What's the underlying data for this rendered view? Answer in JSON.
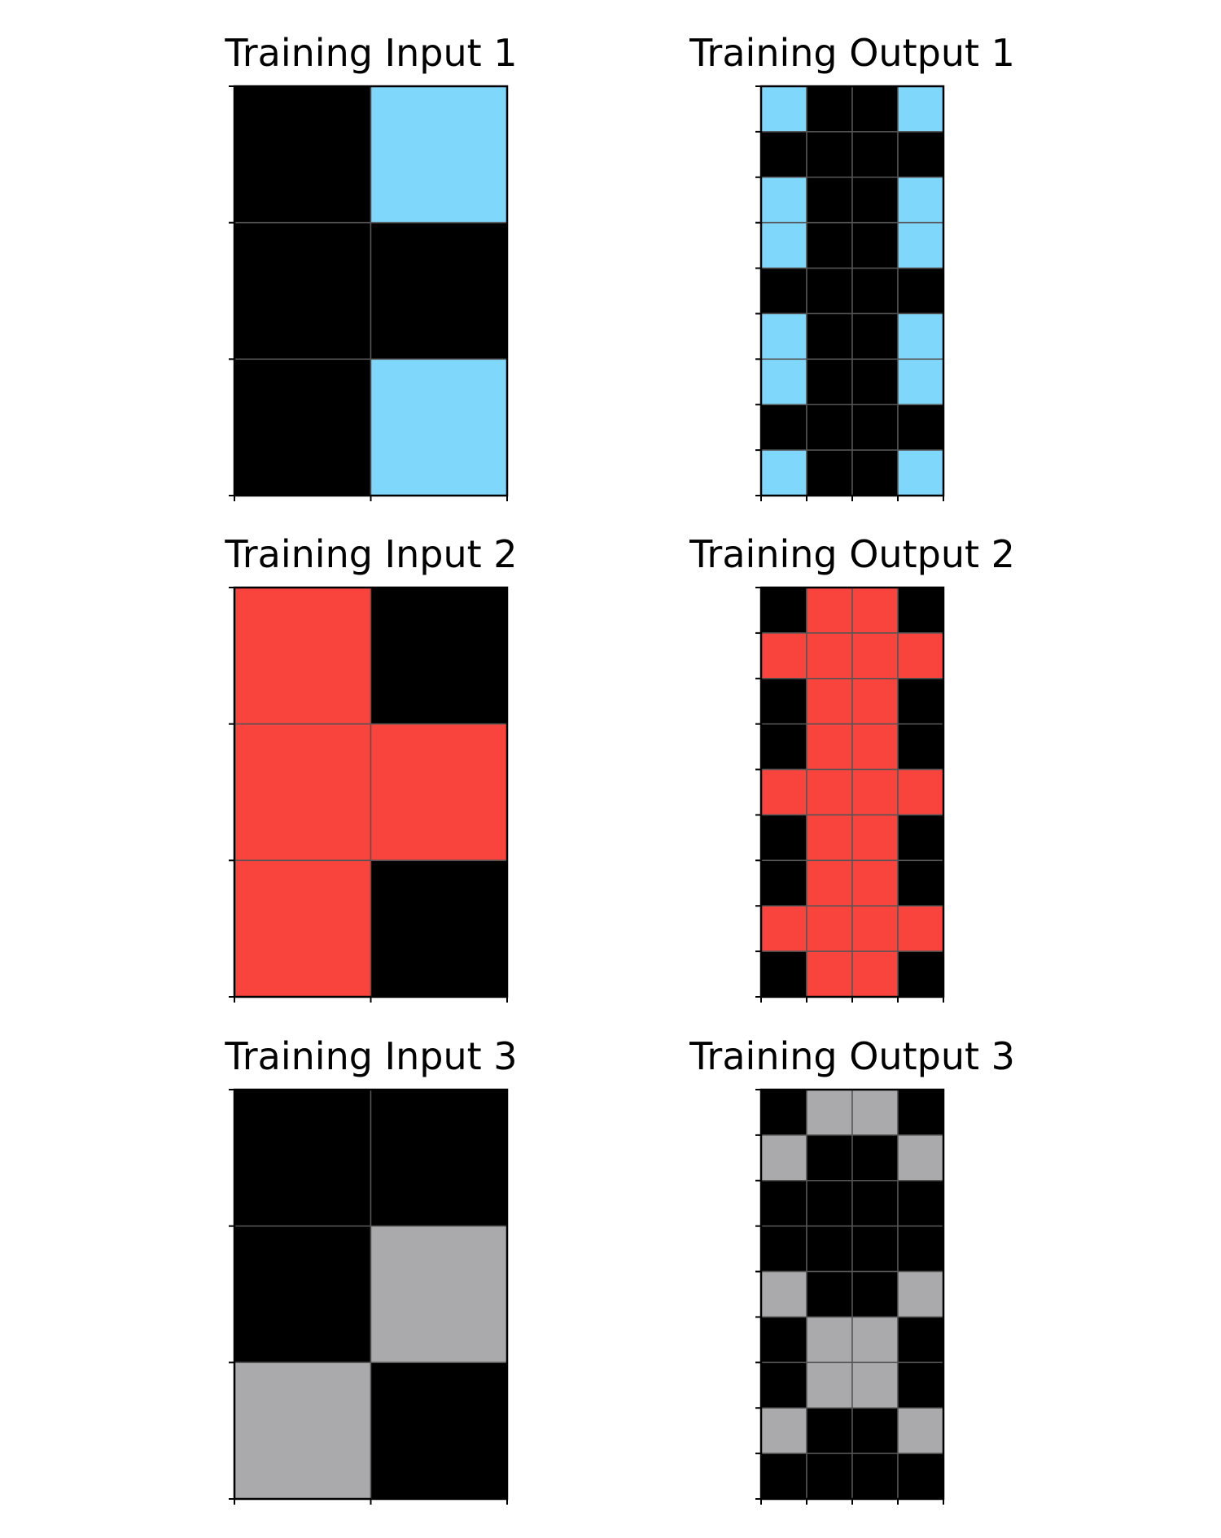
{
  "colors": {
    "0": "#000000",
    "2": "#f9433d",
    "5": "#aaa9ab",
    "8": "#7fd7fb",
    "gridline": "#555555",
    "frame": "#000000"
  },
  "panels": [
    {
      "title": "Training Input 1",
      "grid": [
        [
          0,
          8
        ],
        [
          0,
          0
        ],
        [
          0,
          8
        ]
      ]
    },
    {
      "title": "Training Output 1",
      "grid": [
        [
          8,
          0,
          0,
          8
        ],
        [
          0,
          0,
          0,
          0
        ],
        [
          8,
          0,
          0,
          8
        ],
        [
          8,
          0,
          0,
          8
        ],
        [
          0,
          0,
          0,
          0
        ],
        [
          8,
          0,
          0,
          8
        ],
        [
          8,
          0,
          0,
          8
        ],
        [
          0,
          0,
          0,
          0
        ],
        [
          8,
          0,
          0,
          8
        ]
      ]
    },
    {
      "title": "Training Input 2",
      "grid": [
        [
          2,
          0
        ],
        [
          2,
          2
        ],
        [
          2,
          0
        ]
      ]
    },
    {
      "title": "Training Output 2",
      "grid": [
        [
          0,
          2,
          2,
          0
        ],
        [
          2,
          2,
          2,
          2
        ],
        [
          0,
          2,
          2,
          0
        ],
        [
          0,
          2,
          2,
          0
        ],
        [
          2,
          2,
          2,
          2
        ],
        [
          0,
          2,
          2,
          0
        ],
        [
          0,
          2,
          2,
          0
        ],
        [
          2,
          2,
          2,
          2
        ],
        [
          0,
          2,
          2,
          0
        ]
      ]
    },
    {
      "title": "Training Input 3",
      "grid": [
        [
          0,
          0
        ],
        [
          0,
          5
        ],
        [
          5,
          0
        ]
      ]
    },
    {
      "title": "Training Output 3",
      "grid": [
        [
          0,
          5,
          5,
          0
        ],
        [
          5,
          0,
          0,
          5
        ],
        [
          0,
          0,
          0,
          0
        ],
        [
          0,
          0,
          0,
          0
        ],
        [
          5,
          0,
          0,
          5
        ],
        [
          0,
          5,
          5,
          0
        ],
        [
          0,
          5,
          5,
          0
        ],
        [
          5,
          0,
          0,
          5
        ],
        [
          0,
          0,
          0,
          0
        ]
      ]
    }
  ]
}
